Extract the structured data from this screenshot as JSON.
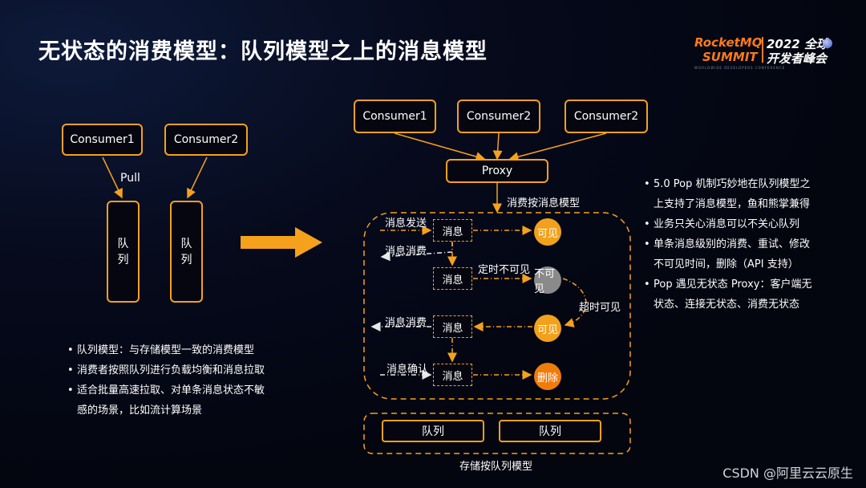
{
  "title": "无状态的消费模型：队列模型之上的消息模型",
  "logo": {
    "brand": "RocketMQ",
    "event": "SUMMIT",
    "year": "2022 全球",
    "subtitle": "开发者峰会",
    "tagline": "WORLDWIDE DEVELOPERS CONFERENCE"
  },
  "left_diagram": {
    "consumer1": "Consumer1",
    "consumer2": "Consumer2",
    "pull_label": "Pull",
    "queue1": [
      "队",
      "列"
    ],
    "queue2": [
      "队",
      "列"
    ]
  },
  "left_bullets": [
    "队列模型：与存储模型一致的消费模型",
    "消费者按照队列进行负载均衡和消息拉取",
    "适合批量高速拉取、对单条消息状态不敏",
    "感的场景，比如流计算场景"
  ],
  "right_diagram": {
    "consumers": [
      "Consumer1",
      "Consumer2",
      "Consumer2"
    ],
    "proxy": "Proxy",
    "proxy_label": "消费按消息模型",
    "msg_send": "消息发送",
    "msg_consume_1": "消息消费",
    "msg_consume_2": "消息消费",
    "msg_ack": "消息确认",
    "timer_invisible": "定时不可见",
    "timeout_visible": "超时可见",
    "msg": "消息",
    "visible": "可见",
    "invisible": "不可见",
    "delete": "删除",
    "queue1": "队列",
    "queue2": "队列",
    "storage_label": "存储按队列模型"
  },
  "right_bullets": [
    "5.0 Pop 机制巧妙地在队列模型之",
    "上支持了消息模型，鱼和熊掌兼得",
    "业务只关心消息可以不关心队列",
    "单条消息级别的消费、重试、修改",
    "不可见时间，删除（API 支持）",
    "Pop 遇见无状态 Proxy：客户端无",
    "状态、连接无状态、消费无状态"
  ],
  "watermark": "CSDN @阿里云云原生",
  "colors": {
    "accent": "#f5a11b",
    "grey_circle": "#8a8a8a",
    "delete_circle": "#f07c0c"
  }
}
